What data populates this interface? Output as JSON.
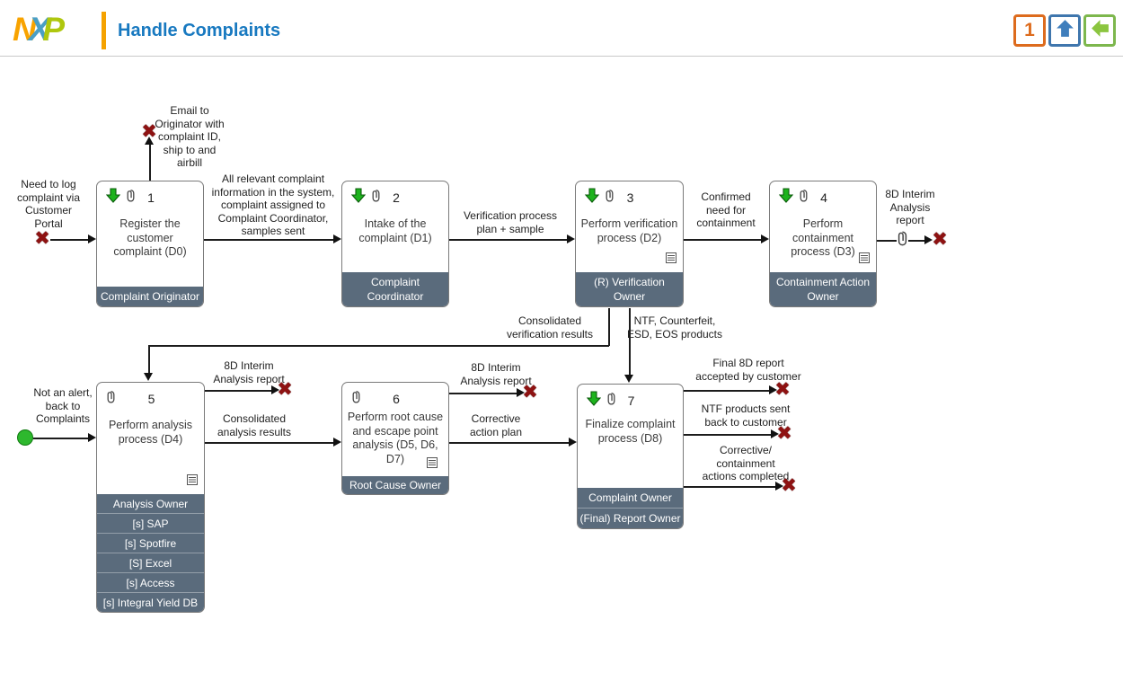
{
  "header": {
    "logo_letters": {
      "n": "N",
      "x": "X",
      "p": "P"
    },
    "title": "Handle Complaints",
    "buttons": {
      "page_number": "1",
      "up_icon": "up-arrow",
      "back_icon": "left-arrow"
    }
  },
  "nodes": [
    {
      "number": "1",
      "title": "Register the customer complaint (D0)",
      "roles": [
        "Complaint Originator"
      ],
      "has_trigger_arrow": true,
      "has_attachment": true,
      "has_note": false
    },
    {
      "number": "2",
      "title": "Intake of the complaint (D1)",
      "roles": [
        "Complaint Coordinator"
      ],
      "has_trigger_arrow": true,
      "has_attachment": true,
      "has_note": false
    },
    {
      "number": "3",
      "title": "Perform verification process (D2)",
      "roles": [
        "(R) Verification Owner"
      ],
      "has_trigger_arrow": true,
      "has_attachment": true,
      "has_note": true
    },
    {
      "number": "4",
      "title": "Perform containment process (D3)",
      "roles": [
        "Containment Action Owner"
      ],
      "has_trigger_arrow": true,
      "has_attachment": true,
      "has_note": true
    },
    {
      "number": "5",
      "title": "Perform analysis process (D4)",
      "roles": [
        "Analysis Owner",
        "[s] SAP",
        "[s] Spotfire",
        "[S] Excel",
        "[s] Access",
        "[s] Integral Yield DB"
      ],
      "has_trigger_arrow": false,
      "has_attachment": true,
      "has_note": true
    },
    {
      "number": "6",
      "title": "Perform root cause and escape point analysis (D5, D6, D7)",
      "roles": [
        "Root Cause Owner"
      ],
      "has_trigger_arrow": false,
      "has_attachment": true,
      "has_note": true
    },
    {
      "number": "7",
      "title": "Finalize complaint process (D8)",
      "roles": [
        "Complaint Owner",
        "(Final) Report Owner"
      ],
      "has_trigger_arrow": true,
      "has_attachment": true,
      "has_note": false
    }
  ],
  "labels": {
    "need_log": "Need to log\ncomplaint via\nCustomer\nPortal",
    "email_originator": "Email to\nOriginator with\ncomplaint ID,\nship to and\nairbill",
    "all_relevant": "All relevant complaint\ninformation in the system,\ncomplaint assigned to\nComplaint Coordinator,\nsamples sent",
    "verification_plan": "Verification process\nplan + sample",
    "confirmed_need": "Confirmed\nneed for\ncontainment",
    "interim_report_1": "8D Interim\nAnalysis\nreport",
    "consolidated_verification": "Consolidated\nverification results",
    "ntf_counterfeit": "NTF, Counterfeit,\nESD, EOS  products",
    "not_alert": "Not an alert,\nback to\nComplaints",
    "interim_report_2": "8D Interim\nAnalysis report",
    "consolidated_analysis": "Consolidated\nanalysis results",
    "interim_report_3": "8D Interim\nAnalysis report",
    "corrective_plan": "Corrective\naction plan",
    "final_8d": "Final 8D report\naccepted by customer",
    "ntf_products": "NTF products sent\nback to customer",
    "corrective_completed": "Corrective/\ncontainment\nactions completed"
  },
  "markers": {
    "end_x": "✖"
  },
  "icons": {
    "trigger": "green-down-arrow",
    "attachment": "paperclip",
    "note": "note-lines",
    "start": "green-circle",
    "end": "red-x"
  },
  "colors": {
    "title_blue": "#1879c0",
    "role_bar": "#5a6b7c",
    "trigger_green": "#1db31d",
    "terminator_red": "#8e1212",
    "button_orange": "#dd6b1d",
    "button_blue": "#3f76ad",
    "button_green": "#7db74d",
    "brand_orange": "#f5a200"
  }
}
